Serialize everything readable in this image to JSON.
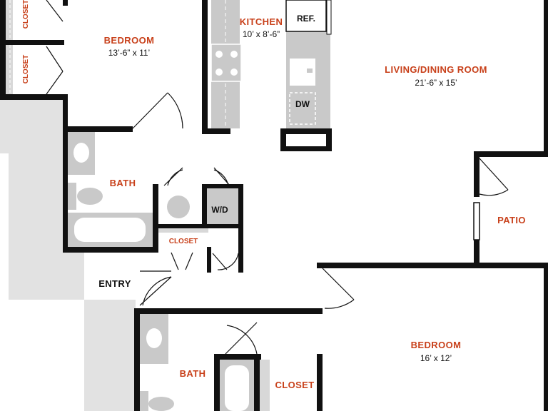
{
  "colors": {
    "wall": "#111111",
    "room_label": "#c8401a",
    "dimension": "#111111",
    "fixture_fill": "#c9c9c9",
    "exterior_fill": "#e2e2e2",
    "background": "#ffffff"
  },
  "rooms": {
    "bedroom_top": {
      "name": "BEDROOM",
      "dims": "13’-6” x 11’"
    },
    "kitchen": {
      "name": "KITCHEN",
      "dims": "10’ x 8’-6”"
    },
    "living": {
      "name": "LIVING/DINING ROOM",
      "dims": "21’-6” x 15’"
    },
    "bath_top": {
      "name": "BATH"
    },
    "patio": {
      "name": "PATIO"
    },
    "entry": {
      "name": "ENTRY"
    },
    "bedroom_bottom": {
      "name": "BEDROOM",
      "dims": "16’ x 12’"
    },
    "bath_bottom": {
      "name": "BATH"
    },
    "closet_bottom": {
      "name": "CLOSET"
    }
  },
  "closets": {
    "top_left_1": "CLOSET",
    "top_left_2": "CLOSET",
    "hall": "CLOSET"
  },
  "fixtures": {
    "refrigerator": "REF.",
    "dishwasher": "DW",
    "washer_dryer": "W/D"
  },
  "icons": [
    "door-swing-icon",
    "sink-icon",
    "toilet-icon",
    "bathtub-icon",
    "stove-icon",
    "water-heater-icon"
  ]
}
